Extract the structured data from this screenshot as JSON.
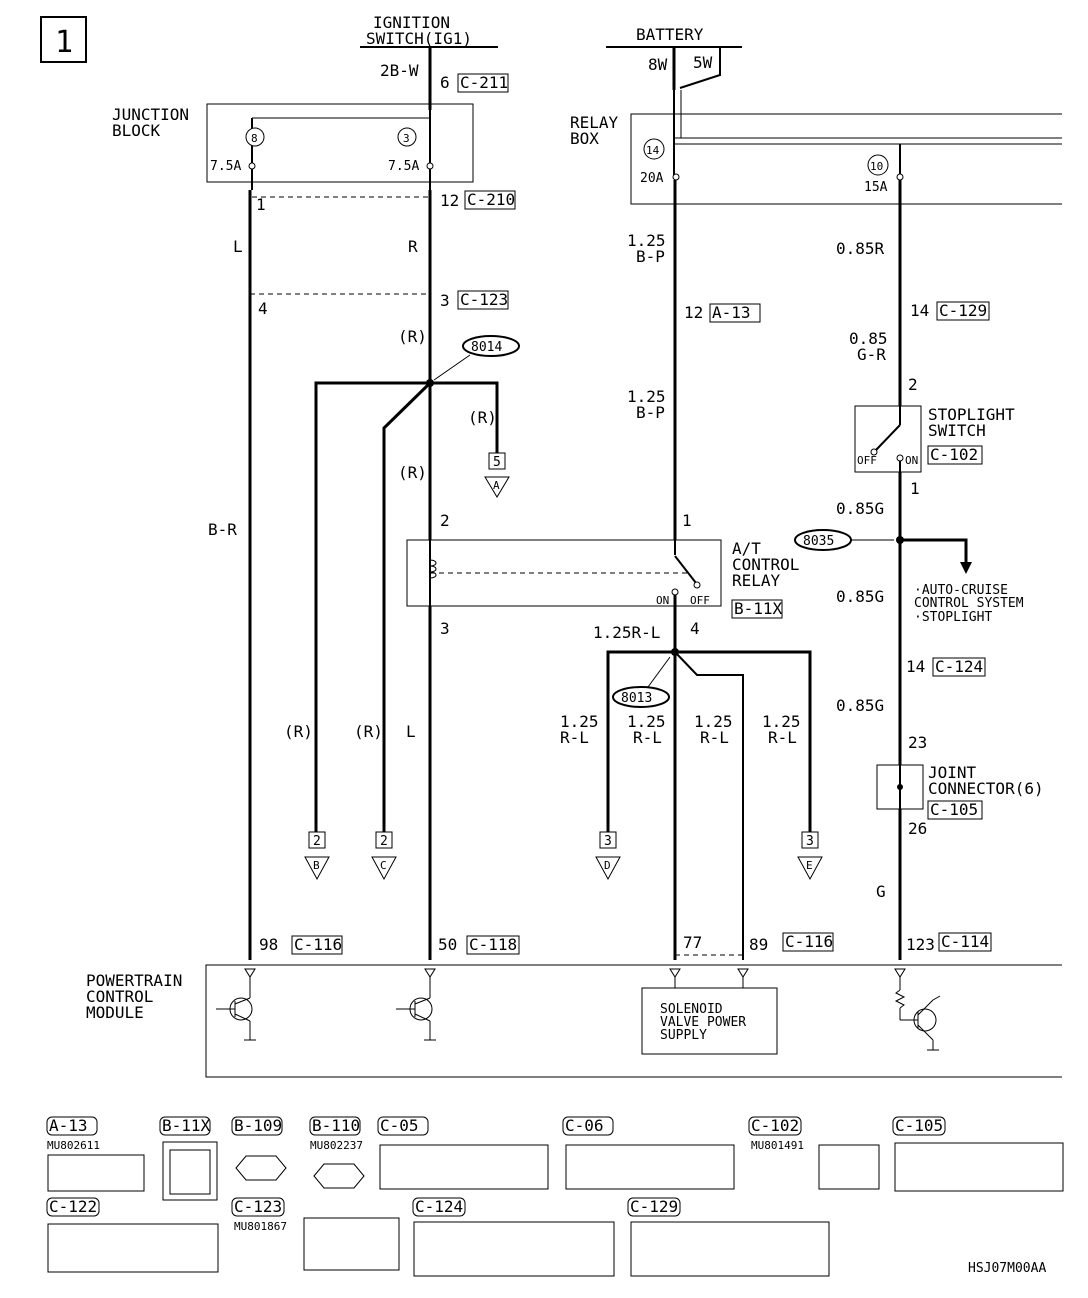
{
  "page_number": "1",
  "diagram_code": "HSJ07M00AA",
  "sources": {
    "ignition_switch": [
      "IGNITION",
      "SWITCH(IG1)"
    ],
    "battery": "BATTERY",
    "battery_wires": [
      "8W",
      "5W"
    ],
    "ignition_wire": "2B-W",
    "ignition_pin": "6",
    "ignition_connector": "C-211"
  },
  "junction_block": {
    "title": [
      "JUNCTION",
      "BLOCK"
    ],
    "fuses": [
      {
        "num": "8",
        "amps": "7.5A"
      },
      {
        "num": "3",
        "amps": "7.5A"
      }
    ],
    "pins": [
      "1",
      "12"
    ],
    "connector": "C-210"
  },
  "relay_box": {
    "title": [
      "RELAY",
      "BOX"
    ],
    "fuses": [
      {
        "num": "14",
        "amps": "20A"
      },
      {
        "num": "10",
        "amps": "15A"
      }
    ]
  },
  "wires": {
    "left_main": "L",
    "right_main": "R",
    "br": "B-R",
    "r_paren": "(R)",
    "l": "L",
    "bp_125": [
      "1.25",
      "B-P"
    ],
    "r085": "0.85R",
    "gr085": [
      "0.85",
      "G-R"
    ],
    "g085": "0.85G",
    "rl125": "1.25R-L",
    "rl_branch": [
      "1.25",
      "R-L"
    ],
    "g": "G"
  },
  "connectors": {
    "c123": {
      "pins": [
        "4",
        "3"
      ],
      "id": "C-123"
    },
    "a13": {
      "pin": "12",
      "id": "A-13"
    },
    "c129": {
      "pin": "14",
      "id": "C-129"
    },
    "c102": {
      "pins": [
        "2",
        "1"
      ],
      "id": "C-102"
    },
    "b11x": {
      "pins": [
        "2",
        "1",
        "3",
        "4"
      ],
      "id": "B-11X"
    },
    "c124": {
      "pin": "14",
      "id": "C-124"
    },
    "c105": {
      "pins": [
        "23",
        "26"
      ],
      "id": "C-105"
    },
    "c116a": {
      "pin": "98",
      "id": "C-116"
    },
    "c118": {
      "pin": "50",
      "id": "C-118"
    },
    "c116b": {
      "pins": [
        "77",
        "89"
      ],
      "id": "C-116"
    },
    "c114": {
      "pin": "123",
      "id": "C-114"
    }
  },
  "splices": [
    "8014",
    "8035",
    "8013"
  ],
  "offpage": [
    {
      "num": "5",
      "letter": "A"
    },
    {
      "num": "2",
      "letter": "B"
    },
    {
      "num": "2",
      "letter": "C"
    },
    {
      "num": "3",
      "letter": "D"
    },
    {
      "num": "3",
      "letter": "E"
    }
  ],
  "stoplight_switch": {
    "title": [
      "STOPLIGHT",
      "SWITCH"
    ],
    "off": "OFF",
    "on": "ON"
  },
  "at_relay": {
    "title": [
      "A/T",
      "CONTROL",
      "RELAY"
    ],
    "on": "ON",
    "off": "OFF"
  },
  "joint_connector": [
    "JOINT",
    "CONNECTOR(6)"
  ],
  "destinations": [
    "·AUTO-CRUISE",
    " CONTROL SYSTEM",
    "·STOPLIGHT"
  ],
  "pcm": {
    "title": [
      "POWERTRAIN",
      "CONTROL",
      "MODULE"
    ],
    "solenoid": [
      "SOLENOID",
      "VALVE POWER",
      "SUPPLY"
    ]
  },
  "connector_legend": [
    {
      "id": "A-13",
      "part": "MU802611"
    },
    {
      "id": "B-11X",
      "part": ""
    },
    {
      "id": "B-109",
      "part": ""
    },
    {
      "id": "B-110",
      "part": "MU802237"
    },
    {
      "id": "C-05",
      "part": ""
    },
    {
      "id": "C-06",
      "part": ""
    },
    {
      "id": "C-102",
      "part": "MU801491"
    },
    {
      "id": "C-105",
      "part": ""
    },
    {
      "id": "C-122",
      "part": ""
    },
    {
      "id": "C-123",
      "part": "MU801867"
    },
    {
      "id": "C-124",
      "part": ""
    },
    {
      "id": "C-129",
      "part": ""
    }
  ]
}
